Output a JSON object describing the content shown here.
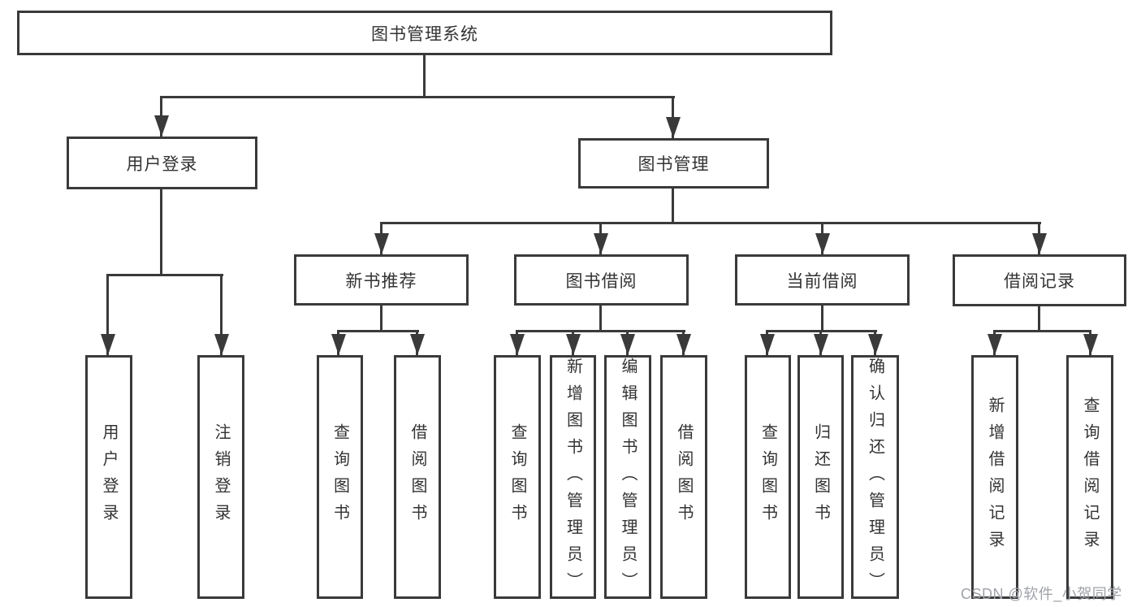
{
  "title": "图书管理系统",
  "watermark": "CSDN @软件_小贺同学",
  "colors": {
    "line": "#3a3a3a",
    "text": "#333333",
    "box_background": "#ffffff",
    "watermark": "#9fa2a8"
  },
  "tree": {
    "label": "图书管理系统",
    "children": [
      {
        "label": "用户登录",
        "children": [
          {
            "label": "用户登录"
          },
          {
            "label": "注销登录"
          }
        ]
      },
      {
        "label": "图书管理",
        "children": [
          {
            "label": "新书推荐",
            "children": [
              {
                "label": "查询图书"
              },
              {
                "label": "借阅图书"
              }
            ]
          },
          {
            "label": "图书借阅",
            "children": [
              {
                "label": "查询图书"
              },
              {
                "label": "新增图书（管理员）"
              },
              {
                "label": "编辑图书（管理员）"
              },
              {
                "label": "借阅图书"
              }
            ]
          },
          {
            "label": "当前借阅",
            "children": [
              {
                "label": "查询图书"
              },
              {
                "label": "归还图书"
              },
              {
                "label": "确认归还（管理员）"
              }
            ]
          },
          {
            "label": "借阅记录",
            "children": [
              {
                "label": "新增借阅记录"
              },
              {
                "label": "查询借阅记录"
              }
            ]
          }
        ]
      }
    ]
  }
}
